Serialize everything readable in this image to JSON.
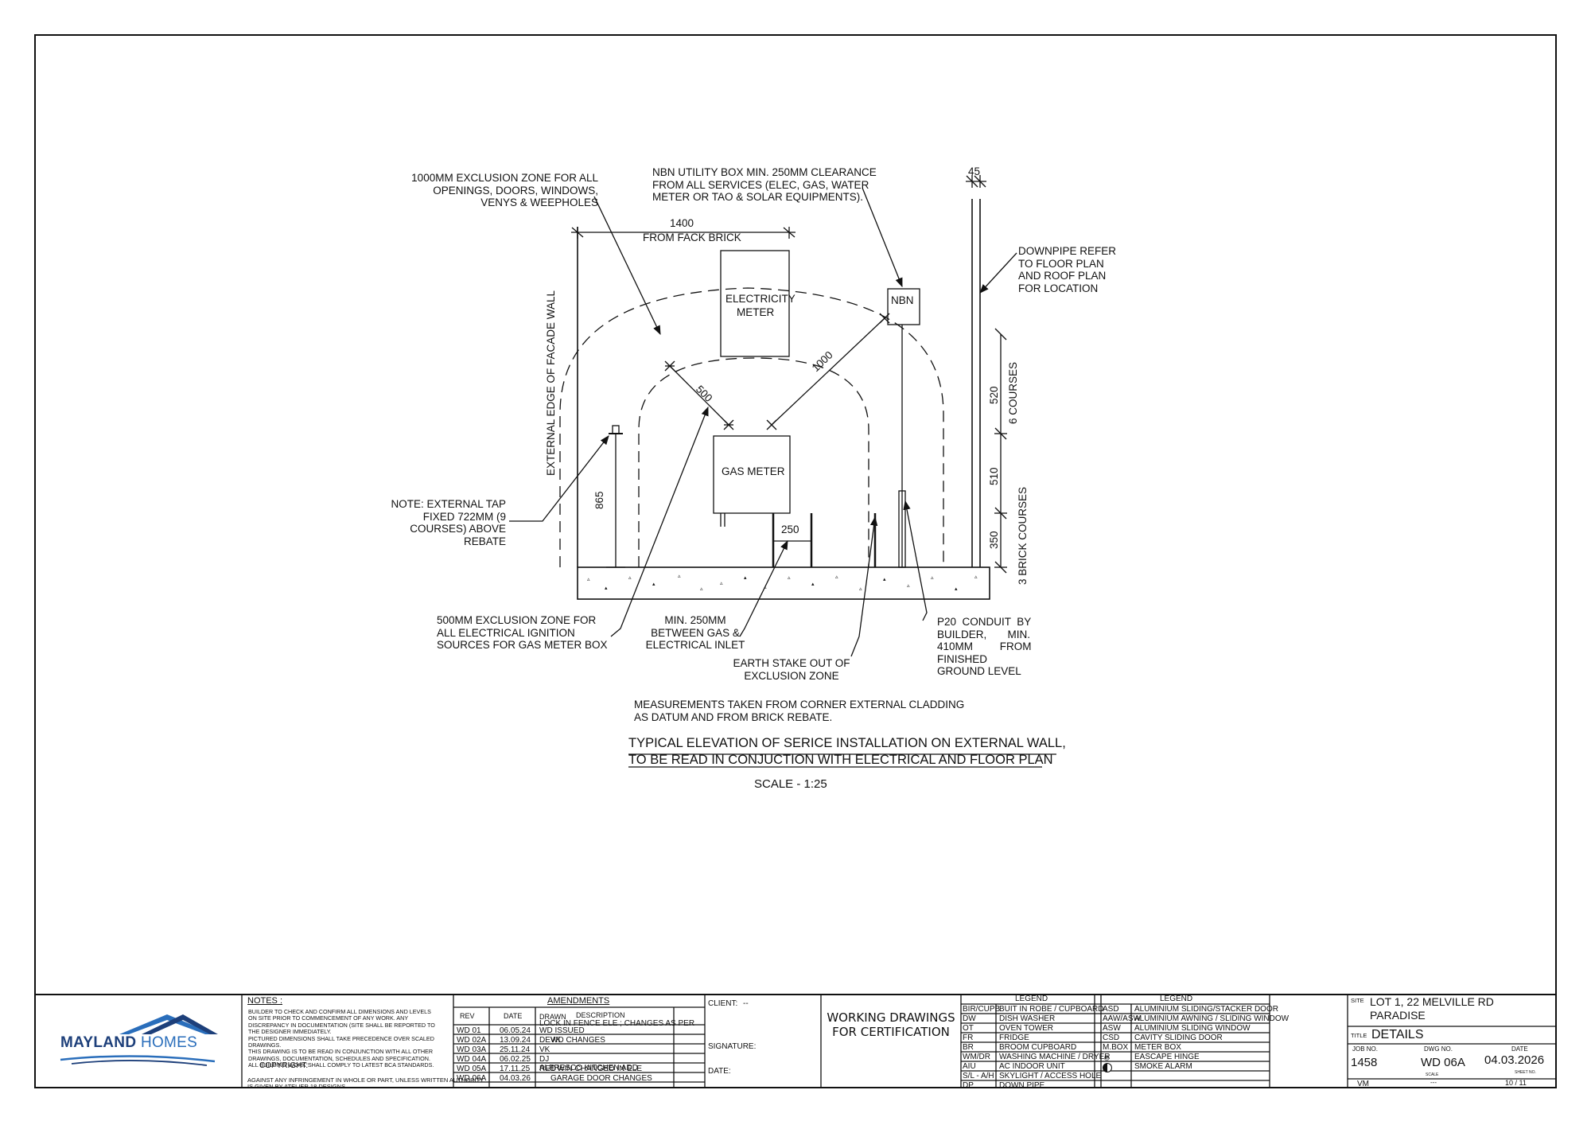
{
  "drawing": {
    "labels": {
      "elec_meter_l1": "ELECTRICITY",
      "elec_meter_l2": "METER",
      "gas_meter": "GAS METER",
      "nbn": "NBN",
      "dim_1400": "1400",
      "from_fack_brick": "FROM FACK BRICK",
      "dim_45": "45",
      "dim_500": "500",
      "dim_1000": "1000",
      "dim_865": "865",
      "dim_250": "250",
      "dim_520": "520",
      "dim_510": "510",
      "dim_350": "350",
      "six_courses": "6 COURSES",
      "three_brick_courses": "3 BRICK COURSES",
      "facade_wall": "EXTERNAL EDGE OF FACADE WALL"
    },
    "notes": {
      "exclusion_1000": "1000MM EXCLUSION ZONE FOR ALL\nOPENINGS, DOORS, WINDOWS,\nVENYS & WEEPHOLES",
      "nbn_clearance": "NBN UTILITY BOX MIN. 250MM CLEARANCE\nFROM ALL SERVICES (ELEC, GAS, WATER\nMETER OR TAO & SOLAR EQUIPMENTS).",
      "downpipe": "DOWNPIPE REFER\nTO FLOOR PLAN\nAND ROOF PLAN\nFOR LOCATION",
      "external_tap": "NOTE: EXTERNAL TAP\nFIXED 722MM (9\nCOURSES) ABOVE\nREBATE",
      "exclusion_500": "500MM EXCLUSION ZONE FOR\nALL ELECTRICAL IGNITION\nSOURCES FOR GAS METER BOX",
      "min_250": "MIN. 250MM\nBETWEEN GAS &\nELECTRICAL INLET",
      "earth_stake": "EARTH STAKE OUT OF\nEXCLUSION ZONE",
      "p20_l1": "P20  CONDUIT  BY",
      "p20_l2": "BUILDER,       MIN.",
      "p20_l3": "410MM         FROM",
      "p20_l4": "FINISHED",
      "p20_l5": "GROUND LEVEL",
      "measurements": "MEASUREMENTS TAKEN FROM CORNER EXTERNAL CLADDING\nAS DATUM AND FROM BRICK REBATE.",
      "title_l1": "TYPICAL ELEVATION OF SERICE INSTALLATION ON EXTERNAL WALL,",
      "title_l2": "TO BE READ IN CONJUCTION WITH ELECTRICAL AND FLOOR PLAN",
      "scale": "SCALE - 1:25"
    }
  },
  "title_block": {
    "logo_word1": "MAYLAND",
    "logo_word2": "HOMES",
    "notes_heading": "NOTES :",
    "notes_items": [
      "BUILDER TO CHECK AND CONFIRM ALL DIMENSIONS AND LEVELS",
      "ON SITE PRIOR TO COMMENCEMENT OF ANY WORK. ANY",
      "DISCREPANCY IN DOCUMENTATION (SITE SHALL BE REPORTED TO",
      "THE DESIGNER IMMEDIATELY.",
      "PICTURED DIMENSIONS SHALL TAKE PRECEDENCE OVER SCALED",
      "DRAWINGS.",
      "THIS DRAWING IS TO BE READ IN CONJUNCTION WITH ALL OTHER",
      "DRAWINGS, DOCUMENTATION, SCHEDULES AND SPECIFICATION.",
      "ALL BUILDING WORK SHALL COMPLY TO LATEST BCA STANDARDS."
    ],
    "copyright_heading": "COPYRIGHT:",
    "copyright_text_1": "AGAINST ANY INFRINGEMENT IN WHOLE OR PART, UNLESS WRITTEN AUTHORITY",
    "copyright_text_2": "IS GIVEN BY ATELIER 18 DESIGNS.",
    "amendments_heading": "AMENDMENTS",
    "amend_cols": [
      "REV",
      "DATE",
      "DRAWN",
      "DESCRIPTION"
    ],
    "amendments": [
      [
        "WD 01",
        "06.05.24",
        "WD ISSUED",
        ""
      ],
      [
        "WD 02A",
        "13.09.24",
        "DEVK",
        "WD CHANGES"
      ],
      [
        "WD 03A",
        "25.11.24",
        "VK",
        ""
      ],
      [
        "WD 04A",
        "06.02.25",
        "DJ",
        ""
      ],
      [
        "WD 05A",
        "17.11.25",
        "RED",
        "1 WIN CHANGED IN ELE"
      ],
      [
        "WD 06A",
        "04.03.26",
        "",
        "GARAGE DOOR CHANGES"
      ]
    ],
    "amend_extra_1": "LOCK IN FENCE ELE ; CHANGES AS PER",
    "amend_extra_2": "ALFRESCO KITCHEN ADD",
    "client_label": "CLIENT:",
    "client_value": "--",
    "signature_label": "SIGNATURE:",
    "date_label": "DATE:",
    "working_l1": "WORKING DRAWINGS",
    "working_l2": "FOR CERTIFICATION",
    "legend_heading": "LEGEND",
    "legend_left": [
      [
        "BIR/CUPB",
        "BUIT IN ROBE / CUPBOARD"
      ],
      [
        "DW",
        "DISH WASHER"
      ],
      [
        "OT",
        "OVEN TOWER"
      ],
      [
        "FR",
        "FRIDGE"
      ],
      [
        "BR",
        "BROOM CUPBOARD"
      ],
      [
        "WM/DR",
        "WASHING MACHINE / DRYER"
      ],
      [
        "AIU",
        "AC INDOOR UNIT"
      ],
      [
        "S/L - A/H",
        "SKYLIGHT / ACCESS HOLE"
      ],
      [
        "DP",
        "DOWN PIPE"
      ]
    ],
    "legend_right": [
      [
        "ASD",
        "ALUMINIUM SLIDING/STACKER DOOR"
      ],
      [
        "AAW/ASW",
        "ALUMINIUM AWNING / SLIDING WINDOW"
      ],
      [
        "ASW",
        "ALUMINIUM SLIDING WINDOW"
      ],
      [
        "CSD",
        "CAVITY SLIDING DOOR"
      ],
      [
        "M.BOX",
        "METER BOX"
      ],
      [
        "",
        "EASCAPE HINGE"
      ],
      [
        "",
        "SMOKE ALARM"
      ]
    ],
    "site_label": "SITE",
    "site_l1": "LOT 1, 22 MELVILLE RD",
    "site_l2": "PARADISE",
    "title_label": "TITLE",
    "title_value": "DETAILS",
    "job_label": "JOB NO.",
    "job_value": "1458",
    "dwg_label": "DWG NO.",
    "dwg_value": "WD 06A",
    "date_label_r": "DATE",
    "date_value": "04.03.2026",
    "scale_label": "SCALE",
    "scale_value": "---",
    "sheet_label": "SHEET NO.",
    "sheet_value": "10 / 11",
    "drawn_value": "VM",
    "colors": {
      "logo_blue": "#2a6ebb",
      "logo_dark": "#1d3f7a"
    }
  }
}
